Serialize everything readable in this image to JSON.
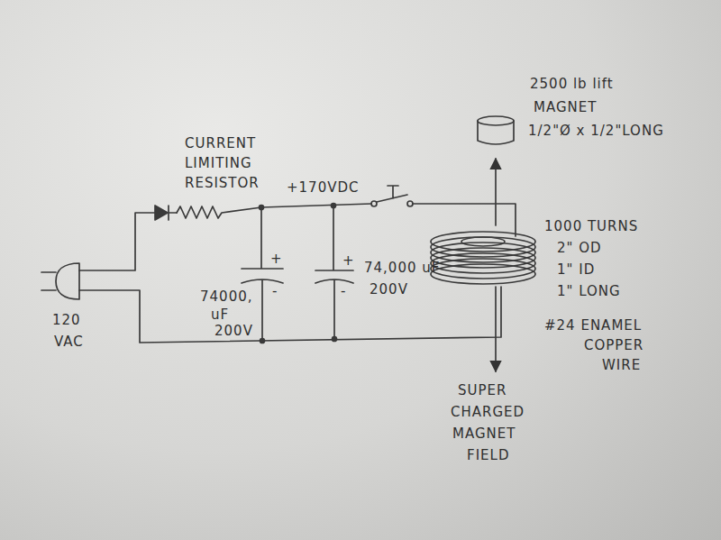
{
  "diagram": {
    "labels": [
      "2500 lb lift",
      "MAGNET",
      "1/2\"Ø x 1/2\"LONG",
      "CURRENT",
      "LIMITING",
      "RESISTOR",
      "+170VDC",
      "1000 TURNS",
      "2\" OD",
      "1\" ID",
      "1\" LONG",
      "+",
      "+",
      "74,000 uF",
      "200V",
      "-",
      "-",
      "74000,",
      "uF",
      "200V",
      "120",
      "VAC",
      "#24 ENAMEL",
      "COPPER",
      "WIRE",
      "SUPER",
      "CHARGED",
      "MAGNET",
      "FIELD"
    ]
  }
}
